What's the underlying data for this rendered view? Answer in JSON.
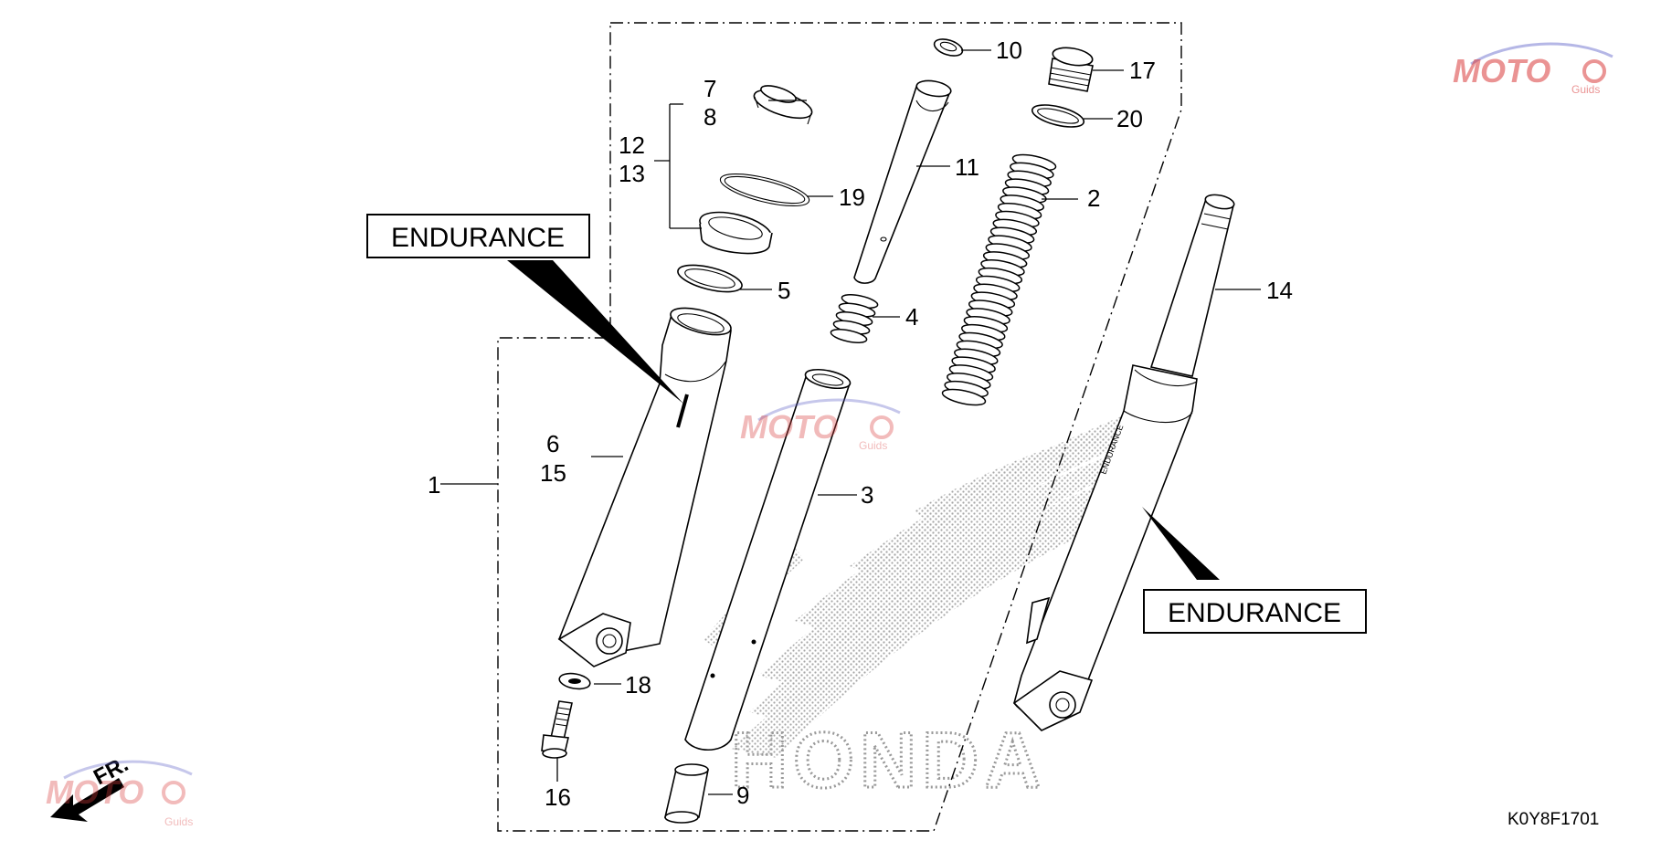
{
  "diagram_code": "K0Y8F1701",
  "callouts": [
    {
      "text": "ENDURANCE"
    },
    {
      "text": "ENDURANCE"
    }
  ],
  "parts": [
    {
      "ref": "1"
    },
    {
      "ref": "2"
    },
    {
      "ref": "3"
    },
    {
      "ref": "4"
    },
    {
      "ref": "5"
    },
    {
      "ref": "6"
    },
    {
      "ref": "15"
    },
    {
      "ref": "7"
    },
    {
      "ref": "8"
    },
    {
      "ref": "12"
    },
    {
      "ref": "13"
    },
    {
      "ref": "9"
    },
    {
      "ref": "10"
    },
    {
      "ref": "11"
    },
    {
      "ref": "14"
    },
    {
      "ref": "16"
    },
    {
      "ref": "17"
    },
    {
      "ref": "18"
    },
    {
      "ref": "19"
    },
    {
      "ref": "20"
    }
  ],
  "direction": {
    "text": "FR.",
    "icon": "front-arrow-icon"
  },
  "background_logo": {
    "text": "HONDA"
  },
  "watermark": {
    "text": "MOTO",
    "subtext": "Guids",
    "icon": "gear-icon"
  },
  "colors": {
    "line": "#000000",
    "watermark_red": "#d93c3c",
    "watermark_blue": "#5b5fc7",
    "stipple": "#8a8a8a"
  }
}
